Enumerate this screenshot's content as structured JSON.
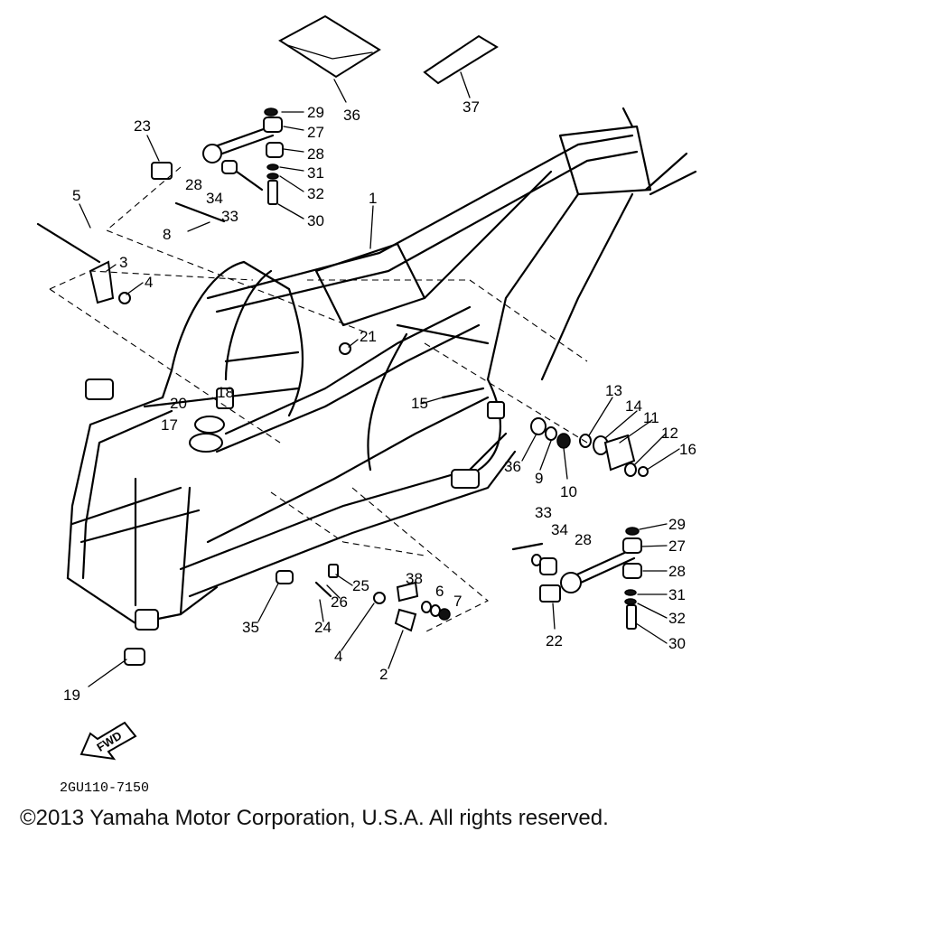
{
  "parts": [
    {
      "label": "36"
    },
    {
      "label": "37"
    },
    {
      "label": "29"
    },
    {
      "label": "27"
    },
    {
      "label": "28"
    },
    {
      "label": "31"
    },
    {
      "label": "32"
    },
    {
      "label": "30"
    },
    {
      "label": "23"
    },
    {
      "label": "28"
    },
    {
      "label": "34"
    },
    {
      "label": "33"
    },
    {
      "label": "8"
    },
    {
      "label": "5"
    },
    {
      "label": "3"
    },
    {
      "label": "4"
    },
    {
      "label": "1"
    },
    {
      "label": "21"
    },
    {
      "label": "18"
    },
    {
      "label": "20"
    },
    {
      "label": "17"
    },
    {
      "label": "15"
    },
    {
      "label": "13"
    },
    {
      "label": "14"
    },
    {
      "label": "11"
    },
    {
      "label": "12"
    },
    {
      "label": "16"
    },
    {
      "label": "36"
    },
    {
      "label": "9"
    },
    {
      "label": "10"
    },
    {
      "label": "33"
    },
    {
      "label": "34"
    },
    {
      "label": "28"
    },
    {
      "label": "29"
    },
    {
      "label": "27"
    },
    {
      "label": "28"
    },
    {
      "label": "31"
    },
    {
      "label": "32"
    },
    {
      "label": "30"
    },
    {
      "label": "22"
    },
    {
      "label": "38"
    },
    {
      "label": "6"
    },
    {
      "label": "7"
    },
    {
      "label": "25"
    },
    {
      "label": "26"
    },
    {
      "label": "24"
    },
    {
      "label": "4"
    },
    {
      "label": "2"
    },
    {
      "label": "35"
    },
    {
      "label": "19"
    }
  ],
  "fwd_label": "FWD",
  "diagram_code": "2GU110-7150",
  "copyright": "©2013 Yamaha Motor Corporation, U.S.A. All rights reserved."
}
